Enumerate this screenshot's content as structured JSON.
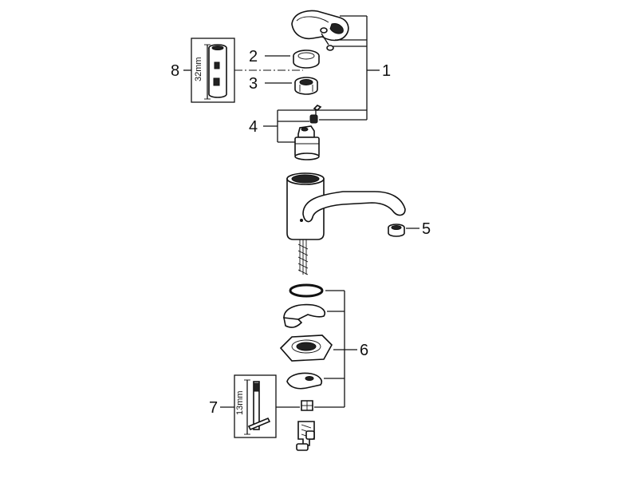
{
  "callouts": {
    "c1": "1",
    "c2": "2",
    "c3": "3",
    "c4": "4",
    "c5": "5",
    "c6": "6",
    "c7": "7",
    "c8": "8"
  },
  "tools": {
    "wrench_large_size": "32mm",
    "wrench_small_size": "13mm"
  }
}
